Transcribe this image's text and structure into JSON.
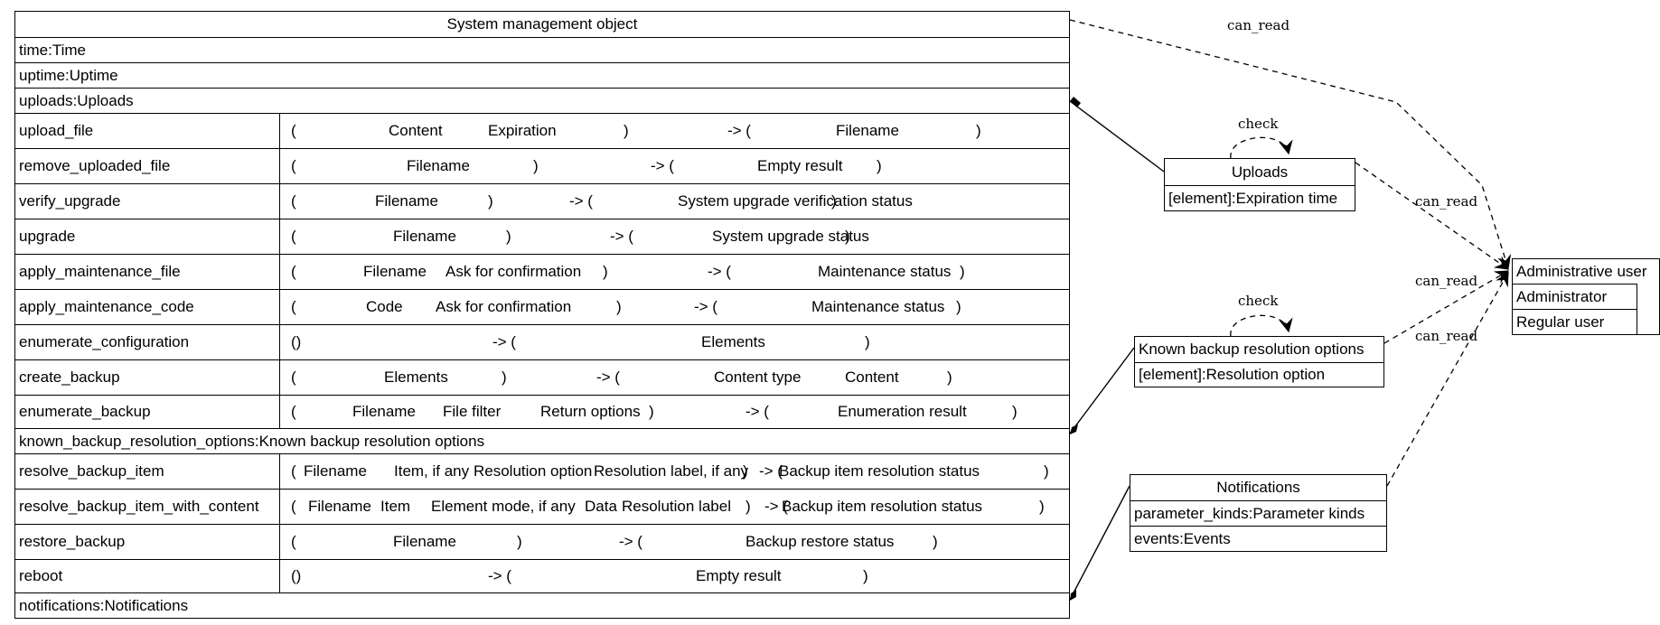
{
  "main": {
    "title": "System management object",
    "fields": [
      "time:Time",
      "uptime:Uptime",
      "uploads:Uploads"
    ],
    "methods": [
      {
        "name": "upload_file",
        "sig": [
          "(",
          "Content",
          "Expiration",
          ")",
          "-> (",
          "Filename",
          ")"
        ]
      },
      {
        "name": "remove_uploaded_file",
        "sig": [
          "(",
          "Filename",
          ")",
          "-> (",
          "Empty result",
          ")"
        ]
      },
      {
        "name": "verify_upgrade",
        "sig": [
          "(",
          "Filename",
          ")",
          "-> (",
          "System upgrade verification status",
          ")"
        ]
      },
      {
        "name": "upgrade",
        "sig": [
          "(",
          "Filename",
          ")",
          "-> (",
          "System upgrade status",
          ")"
        ]
      },
      {
        "name": "apply_maintenance_file",
        "sig": [
          "(",
          "Filename",
          "Ask for confirmation",
          ")",
          "-> (",
          "Maintenance status",
          ")"
        ]
      },
      {
        "name": "apply_maintenance_code",
        "sig": [
          "(",
          "Code",
          "Ask for confirmation",
          ")",
          "-> (",
          "Maintenance status",
          ")"
        ]
      },
      {
        "name": "enumerate_configuration",
        "sig": [
          "()",
          "-> (",
          "Elements",
          ")"
        ]
      },
      {
        "name": "create_backup",
        "sig": [
          "(",
          "Elements",
          ")",
          "-> (",
          "Content type",
          "Content",
          ")"
        ]
      },
      {
        "name": "enumerate_backup",
        "sig": [
          "(",
          "Filename",
          "File filter",
          "Return options",
          ")",
          "-> (",
          "Enumeration result",
          ")"
        ]
      }
    ],
    "field2": "known_backup_resolution_options:Known backup resolution options",
    "methods2": [
      {
        "name": "resolve_backup_item",
        "sig": [
          "(",
          "Filename",
          "Item, if any",
          "Resolution option",
          "Resolution label, if any",
          ")",
          "-> (",
          "Backup item resolution status",
          ")"
        ]
      },
      {
        "name": "resolve_backup_item_with_content",
        "sig": [
          "(",
          "Filename",
          "Item",
          "Element mode, if any",
          "Data",
          "Resolution label",
          ")",
          "-> (",
          "Backup item resolution status",
          ")"
        ]
      },
      {
        "name": "restore_backup",
        "sig": [
          "(",
          "Filename",
          ")",
          "-> (",
          "Backup restore status",
          ")"
        ]
      },
      {
        "name": "reboot",
        "sig": [
          "()",
          "-> (",
          "Empty result",
          ")"
        ]
      }
    ],
    "field3": "notifications:Notifications"
  },
  "uploads": {
    "title": "Uploads",
    "field": "[element]:Expiration time",
    "self_label": "check"
  },
  "backup_opts": {
    "title": "Known backup resolution options",
    "field": "[element]:Resolution option",
    "self_label": "check"
  },
  "notifications": {
    "title": "Notifications",
    "fields": [
      "parameter_kinds:Parameter kinds",
      "events:Events"
    ]
  },
  "admin": {
    "title": "Administrative user",
    "items": [
      "Administrator",
      "Regular user"
    ]
  },
  "edges": {
    "can_read_1": "can_read",
    "can_read_2": "can_read",
    "can_read_3": "can_read",
    "can_read_4": "can_read"
  }
}
